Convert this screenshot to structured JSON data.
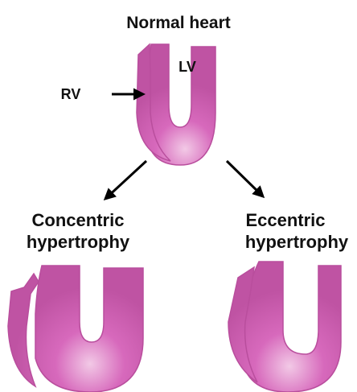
{
  "title": "Normal heart",
  "labels": {
    "lv": "LV",
    "rv": "RV",
    "concentric_line1": "Concentric",
    "concentric_line2": "hypertrophy",
    "eccentric_line1": "Eccentric",
    "eccentric_line2": "hypertrophy"
  },
  "colors": {
    "myocardium_light": "#F2C9E6",
    "myocardium_mid": "#D769BC",
    "myocardium_dark": "#B94E9D",
    "arrow": "#000000",
    "text": "#111111"
  },
  "icons": {
    "arrow_rv": "arrow-right-icon",
    "arrow_concentric": "arrow-down-left-icon",
    "arrow_eccentric": "arrow-down-right-icon"
  }
}
